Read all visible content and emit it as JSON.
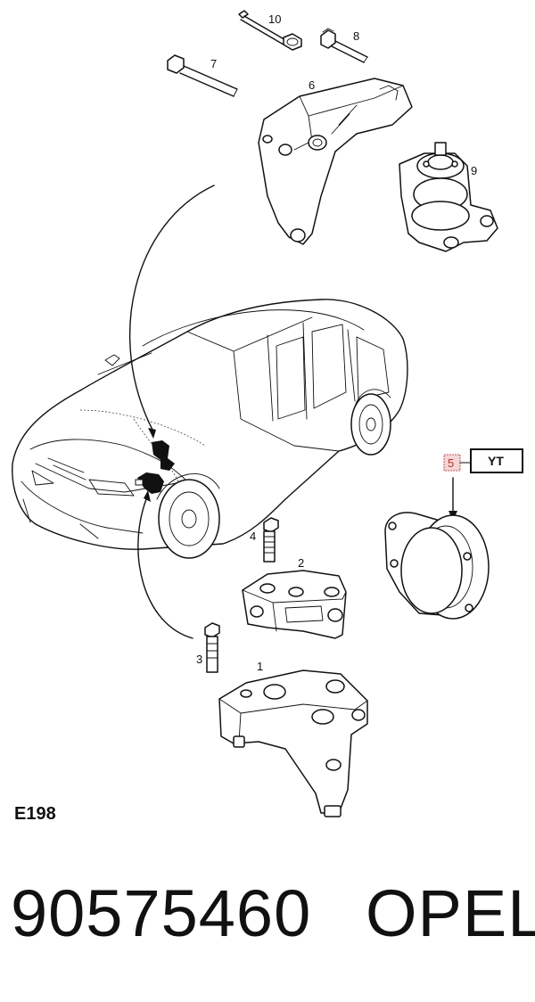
{
  "diagram": {
    "callouts": [
      {
        "id": "10",
        "label": "10"
      },
      {
        "id": "8",
        "label": "8"
      },
      {
        "id": "7",
        "label": "7"
      },
      {
        "id": "6",
        "label": "6"
      },
      {
        "id": "9",
        "label": "9"
      },
      {
        "id": "4",
        "label": "4"
      },
      {
        "id": "2",
        "label": "2"
      },
      {
        "id": "3",
        "label": "3"
      },
      {
        "id": "1",
        "label": "1"
      }
    ],
    "highlight": {
      "number": "5",
      "code": "YT",
      "number_color": "#b03030",
      "box_fill": "#f6d5d5"
    },
    "sheet_code": "E198"
  },
  "footer": {
    "part_number": "90575460",
    "brand": "OPEL"
  }
}
